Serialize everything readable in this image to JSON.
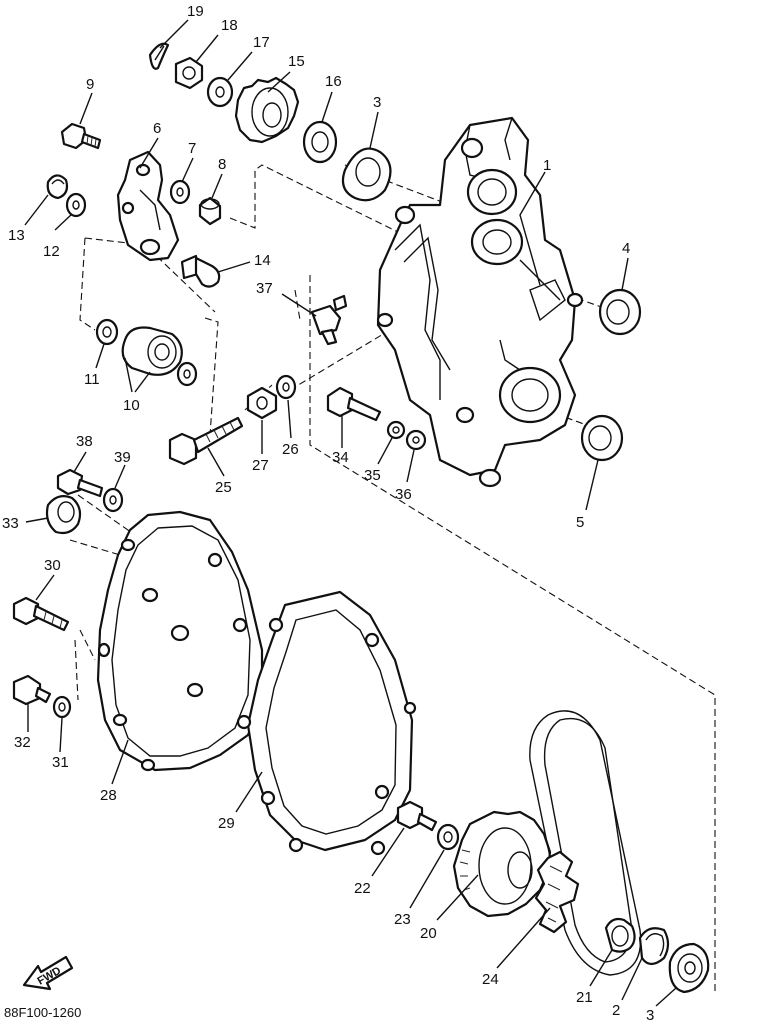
{
  "diagram": {
    "code": "88F100-1260",
    "fwd": "FWD"
  },
  "callouts": {
    "p1": "1",
    "p2": "2",
    "p3a": "3",
    "p3b": "3",
    "p4": "4",
    "p5": "5",
    "p6": "6",
    "p7": "7",
    "p8": "8",
    "p9": "9",
    "p10": "10",
    "p11": "11",
    "p12": "12",
    "p13": "13",
    "p14": "14",
    "p15": "15",
    "p16": "16",
    "p17": "17",
    "p18": "18",
    "p19": "19",
    "p20": "20",
    "p21": "21",
    "p22": "22",
    "p23": "23",
    "p24": "24",
    "p25": "25",
    "p26": "26",
    "p27": "27",
    "p28": "28",
    "p29": "29",
    "p30": "30",
    "p31": "31",
    "p32": "32",
    "p33": "33",
    "p34": "34",
    "p35": "35",
    "p36": "36",
    "p37": "37",
    "p38": "38",
    "p39": "39"
  }
}
